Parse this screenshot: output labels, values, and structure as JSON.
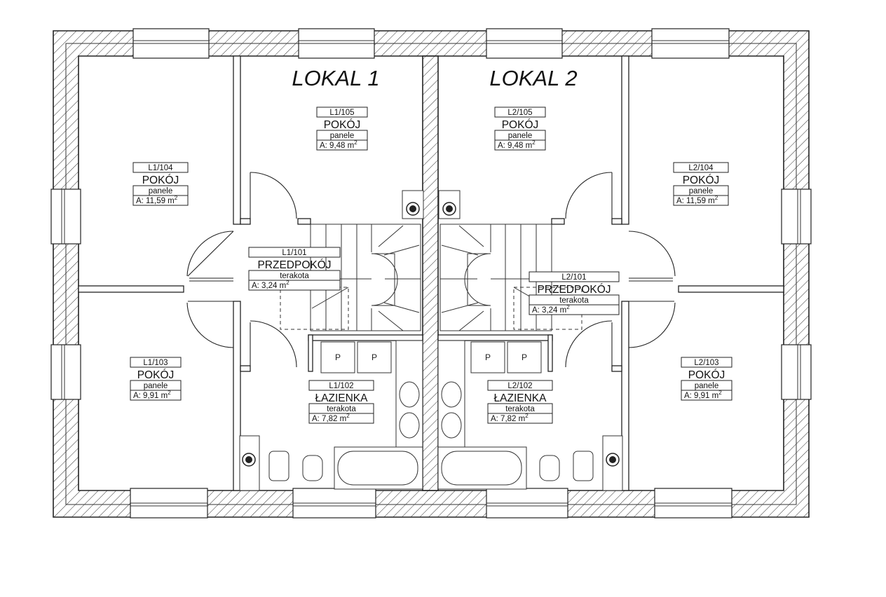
{
  "plan": {
    "units": [
      {
        "title": "LOKAL 1"
      },
      {
        "title": "LOKAL 2"
      }
    ],
    "rooms": {
      "l1_105": {
        "code": "L1/105",
        "name": "POKÓJ",
        "floor": "panele",
        "area": "A: 9,48 m"
      },
      "l1_104": {
        "code": "L1/104",
        "name": "POKÓJ",
        "floor": "panele",
        "area": "A: 11,59 m"
      },
      "l1_103": {
        "code": "L1/103",
        "name": "POKÓJ",
        "floor": "panele",
        "area": "A: 9,91 m"
      },
      "l1_101": {
        "code": "L1/101",
        "name": "PRZEDPOKÓJ",
        "floor": "terakota",
        "area": "A: 3,24 m"
      },
      "l1_102": {
        "code": "L1/102",
        "name": "ŁAZIENKA",
        "floor": "terakota",
        "area": "A: 7,82 m"
      },
      "l2_105": {
        "code": "L2/105",
        "name": "POKÓJ",
        "floor": "panele",
        "area": "A: 9,48 m"
      },
      "l2_104": {
        "code": "L2/104",
        "name": "POKÓJ",
        "floor": "panele",
        "area": "A: 11,59 m"
      },
      "l2_103": {
        "code": "L2/103",
        "name": "POKÓJ",
        "floor": "panele",
        "area": "A: 9,91 m"
      },
      "l2_101": {
        "code": "L2/101",
        "name": "PRZEDPOKÓJ",
        "floor": "terakota",
        "area": "A: 3,24 m"
      },
      "l2_102": {
        "code": "L2/102",
        "name": "ŁAZIENKA",
        "floor": "terakota",
        "area": "A: 7,82 m"
      }
    },
    "area_unit_exponent": "2",
    "appliance_label": "P"
  }
}
